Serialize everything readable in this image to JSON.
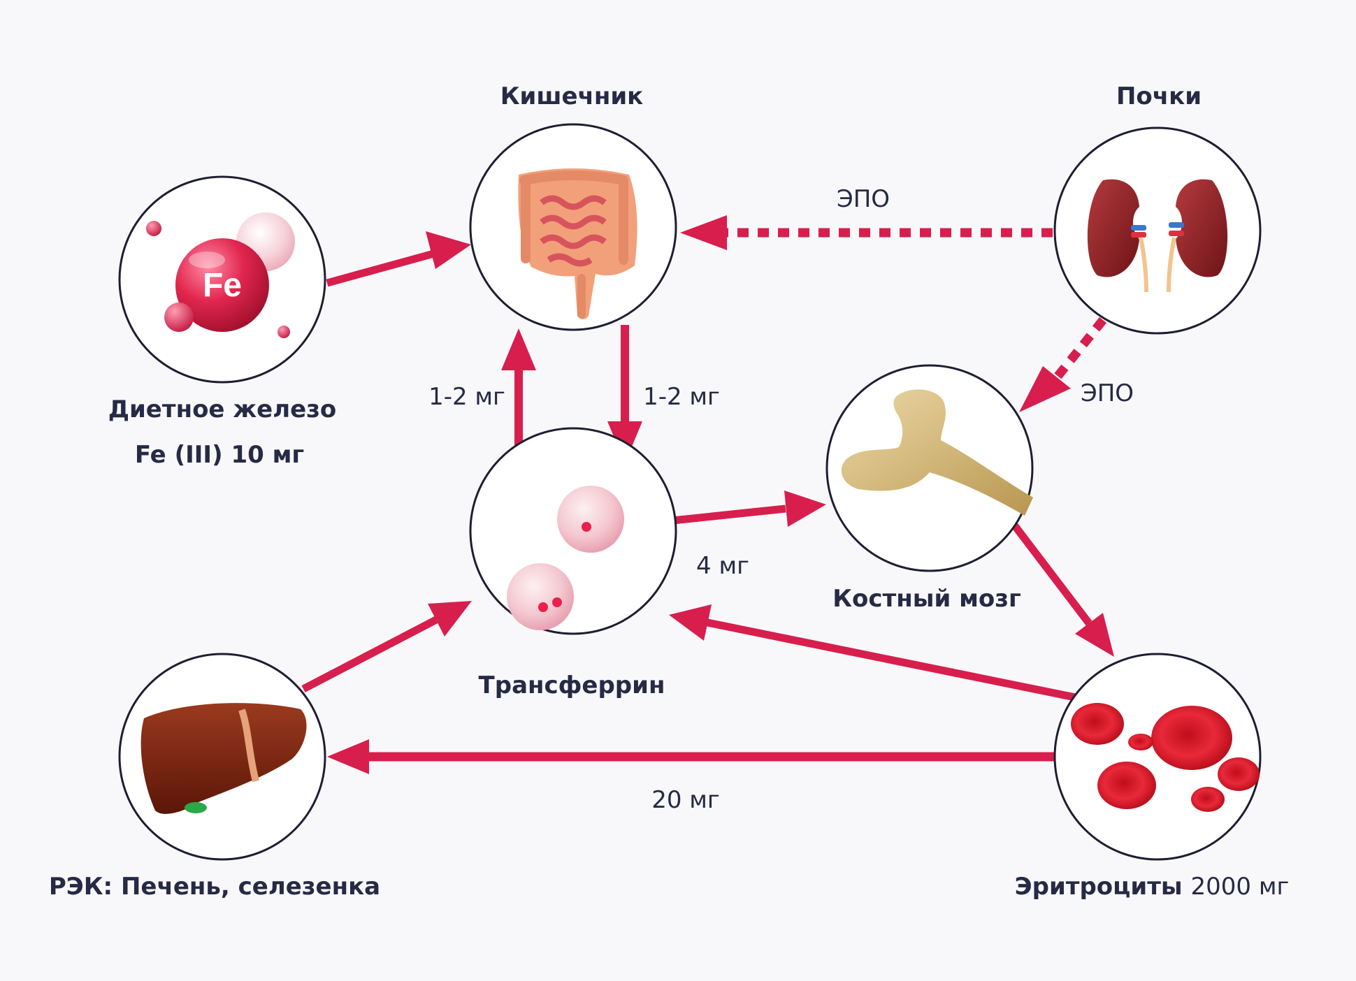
{
  "nodes": {
    "diet_iron": {
      "title": "Диетное железо",
      "subtitle": "Fe (III) 10 мг",
      "symbol": "Fe"
    },
    "intestine": {
      "title": "Кишечник"
    },
    "kidneys": {
      "title": "Почки"
    },
    "transferrin": {
      "title": "Трансферрин"
    },
    "bone_marrow": {
      "title": "Костный мозг"
    },
    "liver": {
      "title": "РЭК: Печень, селезенка"
    },
    "erythrocytes": {
      "title": "Эритроциты",
      "amount": "2000 мг"
    }
  },
  "edges": {
    "epo_intestine": "ЭПО",
    "epo_marrow": "ЭПО",
    "transferrin_to_intestine": "1-2 мг",
    "intestine_to_transferrin": "1-2 мг",
    "transferrin_to_marrow": "4 мг",
    "erythrocytes_to_liver": "20 мг"
  },
  "colors": {
    "arrow": "#d81e4d",
    "circle_stroke": "#1e1e32",
    "text": "#262a45",
    "background": "#f8f8fa"
  }
}
